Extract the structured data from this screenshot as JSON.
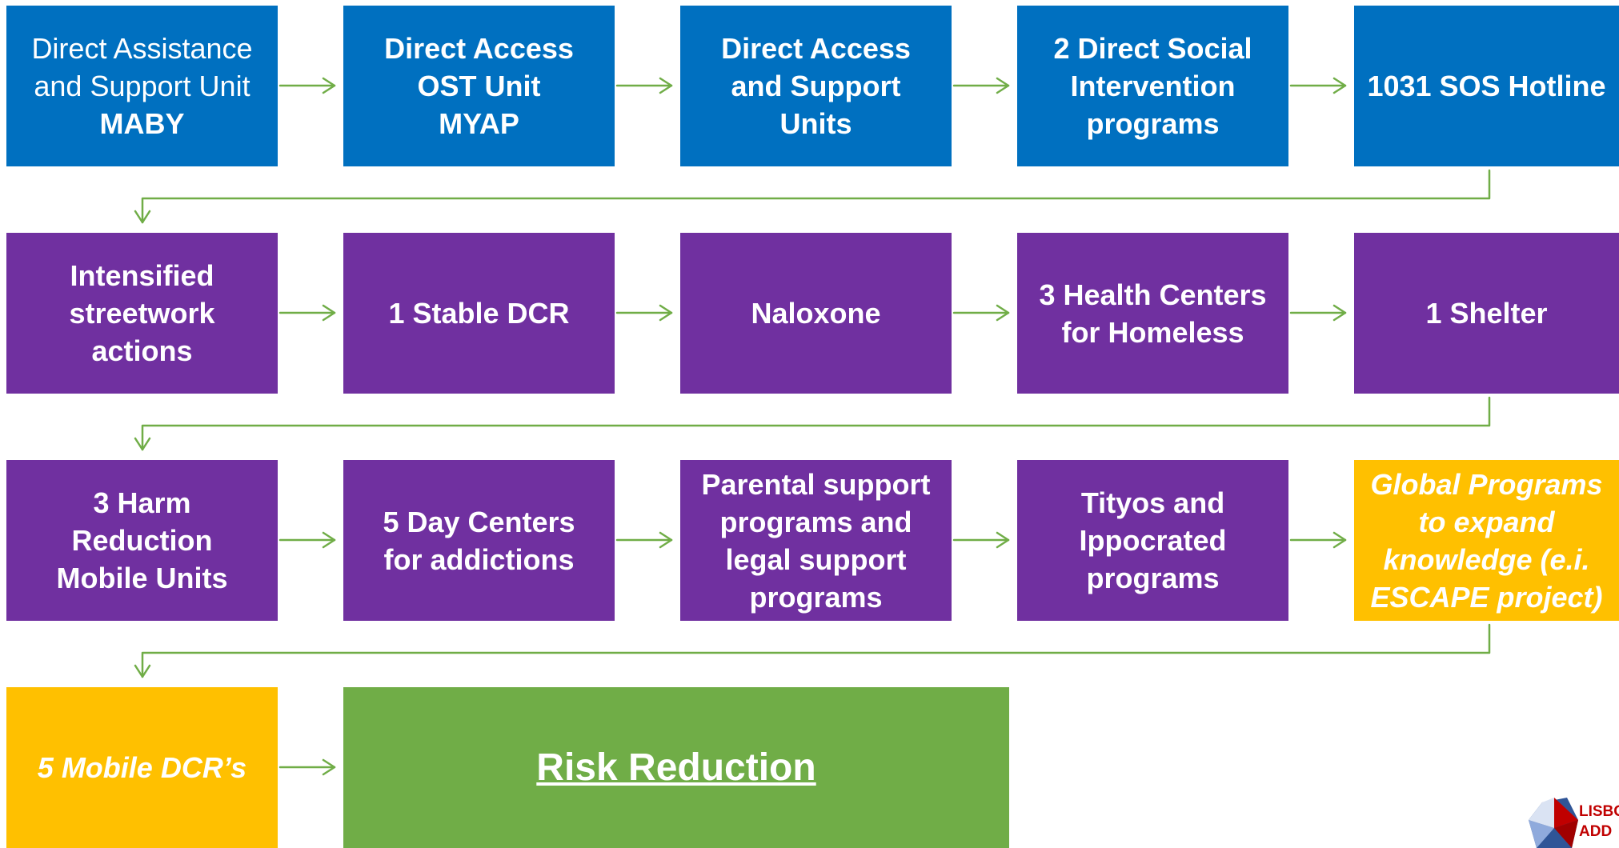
{
  "rows": [
    [
      {
        "lines": [
          "Direct Assistance",
          "and Support Unit"
        ],
        "sub": "MABY",
        "color": "blue",
        "style": "normal"
      },
      {
        "lines": [
          "Direct Access",
          "OST Unit",
          "MYAP"
        ],
        "color": "blue"
      },
      {
        "lines": [
          "Direct Access",
          "and Support",
          "Units"
        ],
        "color": "blue"
      },
      {
        "lines": [
          "2 Direct Social",
          "Intervention",
          "programs"
        ],
        "color": "blue"
      },
      {
        "lines": [
          "1031 SOS Hotline"
        ],
        "color": "blue"
      }
    ],
    [
      {
        "lines": [
          "Intensified",
          "streetwork",
          "actions"
        ],
        "color": "purple"
      },
      {
        "lines": [
          "1 Stable DCR"
        ],
        "color": "purple"
      },
      {
        "lines": [
          "Naloxone"
        ],
        "color": "purple"
      },
      {
        "lines": [
          "3 Health Centers",
          "for Homeless"
        ],
        "color": "purple"
      },
      {
        "lines": [
          "1 Shelter"
        ],
        "color": "purple"
      }
    ],
    [
      {
        "lines": [
          "3 Harm",
          "Reduction",
          "Mobile Units"
        ],
        "color": "purple"
      },
      {
        "lines": [
          "5 Day Centers",
          "for addictions"
        ],
        "color": "purple"
      },
      {
        "lines": [
          "Parental support",
          "programs and",
          "legal support",
          "programs"
        ],
        "color": "purple"
      },
      {
        "lines": [
          "Tityos and",
          "Ippocrated",
          "programs"
        ],
        "color": "purple"
      },
      {
        "lines": [
          "Global Programs",
          "to expand",
          "knowledge (e.i.",
          "ESCAPE project)"
        ],
        "color": "orange",
        "style": "italic"
      }
    ],
    [
      {
        "lines": [
          "5 Mobile DCR’s"
        ],
        "color": "orange",
        "style": "italic"
      },
      {
        "lines": [
          "Risk Reduction"
        ],
        "color": "green",
        "style": "big"
      }
    ]
  ],
  "logo": {
    "lines": [
      "LISBO",
      "ADD"
    ]
  },
  "colors": {
    "blue": "#0070c0",
    "purple": "#7030a0",
    "orange": "#ffc000",
    "green": "#70ad47",
    "connector": "#70ad47"
  }
}
